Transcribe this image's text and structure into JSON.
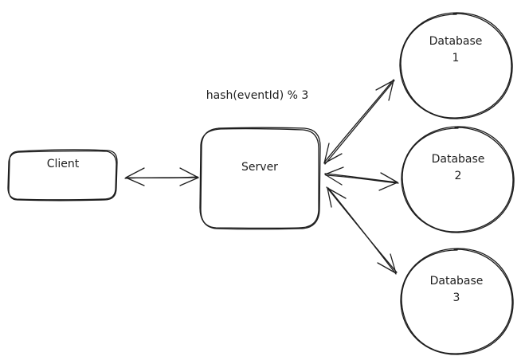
{
  "client": {
    "label": "Client"
  },
  "server": {
    "label": "Server"
  },
  "routing_rule": "hash(eventId) % 3",
  "databases": [
    {
      "line1": "Database",
      "line2": "1"
    },
    {
      "line1": "Database",
      "line2": "2"
    },
    {
      "line1": "Database",
      "line2": "3"
    }
  ]
}
